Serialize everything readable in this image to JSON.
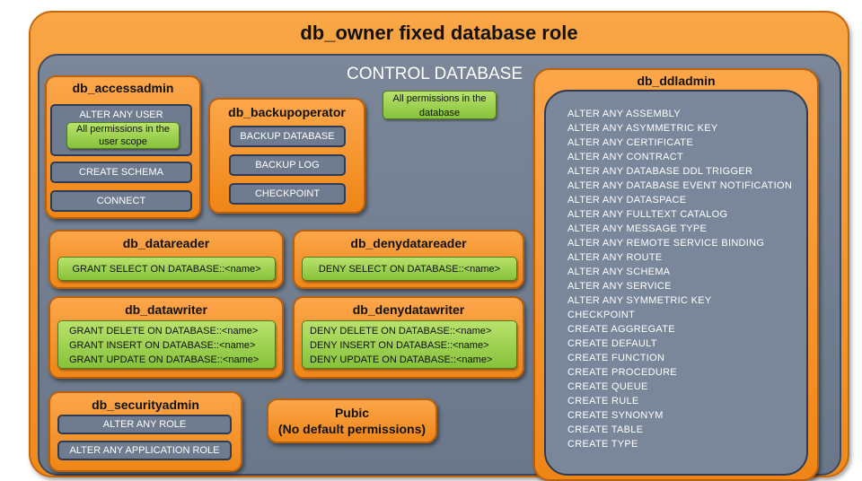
{
  "title": "db_owner fixed database role",
  "control": {
    "title": "CONTROL DATABASE",
    "all_perm": "All permissions in the database"
  },
  "accessadmin": {
    "title": "db_accessadmin",
    "alter_user": "ALTER ANY USER",
    "scope": "All permissions in the user scope",
    "create_schema": "CREATE SCHEMA",
    "connect": "CONNECT"
  },
  "backupoperator": {
    "title": "db_backupoperator",
    "items": [
      "BACKUP DATABASE",
      "BACKUP LOG",
      "CHECKPOINT"
    ]
  },
  "datareader": {
    "title": "db_datareader",
    "perm": "GRANT SELECT ON DATABASE::<name>"
  },
  "denydatareader": {
    "title": "db_denydatareader",
    "perm": "DENY SELECT ON DATABASE::<name>"
  },
  "datawriter": {
    "title": "db_datawriter",
    "lines": [
      "GRANT DELETE ON DATABASE::<name>",
      "GRANT INSERT ON DATABASE::<name>",
      "GRANT UPDATE ON DATABASE::<name>"
    ]
  },
  "denydatawriter": {
    "title": "db_denydatawriter",
    "lines": [
      "DENY DELETE ON DATABASE::<name>",
      "DENY INSERT ON DATABASE::<name>",
      "DENY UPDATE ON DATABASE::<name>"
    ]
  },
  "securityadmin": {
    "title": "db_securityadmin",
    "items": [
      "ALTER ANY ROLE",
      "ALTER ANY APPLICATION ROLE"
    ]
  },
  "public": {
    "title": "Pubic",
    "subtitle": "(No default permissions)"
  },
  "ddladmin": {
    "title": "db_ddladmin",
    "items": [
      "ALTER ANY ASSEMBLY",
      "ALTER ANY ASYMMETRIC KEY",
      "ALTER ANY CERTIFICATE",
      "ALTER ANY CONTRACT",
      "ALTER ANY DATABASE DDL TRIGGER",
      "ALTER ANY DATABASE EVENT NOTIFICATION",
      "ALTER ANY DATASPACE",
      "ALTER ANY FULLTEXT CATALOG",
      "ALTER ANY MESSAGE TYPE",
      "ALTER ANY REMOTE SERVICE BINDING",
      "ALTER ANY ROUTE",
      "ALTER ANY SCHEMA",
      "ALTER ANY SERVICE",
      "ALTER ANY SYMMETRIC KEY",
      "CHECKPOINT",
      "CREATE AGGREGATE",
      "CREATE DEFAULT",
      "CREATE FUNCTION",
      "CREATE PROCEDURE",
      "CREATE QUEUE",
      "CREATE RULE",
      "CREATE SYNONYM",
      "CREATE TABLE",
      "CREATE TYPE"
    ]
  },
  "colors": {
    "orange": "#f39a33",
    "slate": "#6f7c90",
    "green": "#9fd352"
  }
}
